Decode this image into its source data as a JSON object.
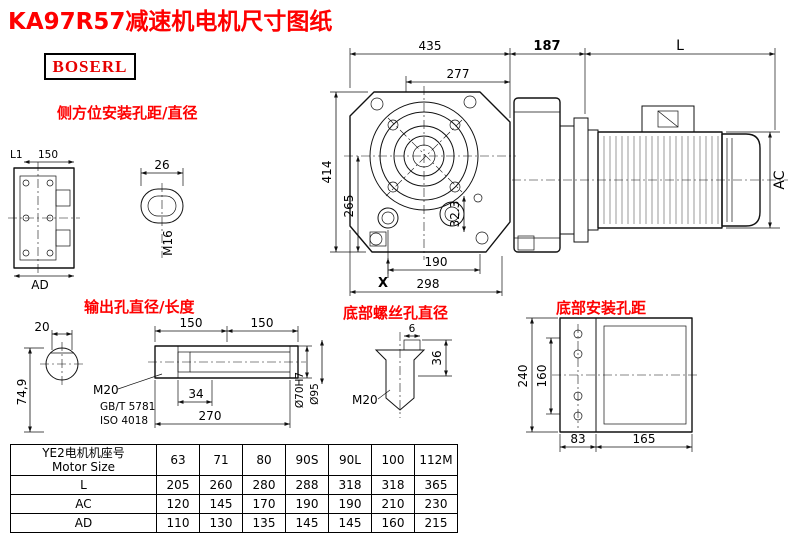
{
  "title": "KA97R57减速机电机尺寸图纸",
  "brand": {
    "logo": "BOSERL"
  },
  "colors": {
    "accent_red": "#FE0000",
    "line": "#111111"
  },
  "labels": {
    "side_mount": "侧方位安装孔距/直径",
    "output_hole": "输出孔直径/长度",
    "bottom_screw": "底部螺丝孔直径",
    "bottom_mount": "底部安装孔距"
  },
  "dims": {
    "top_overall": "435",
    "adapter_len": "187",
    "motor_len": "L",
    "upper_width": "277",
    "total_height": "414",
    "center_to_base": "265",
    "hole_offset": "32.3",
    "base_holes": "190",
    "base_width": "298",
    "x_mark": "X",
    "shaft_flat": "26",
    "thread_side": "M16",
    "motor_dia": "AC",
    "side_l1": "L1",
    "side_150": "150",
    "side_ad": "AD",
    "key_width": "20",
    "len_150a": "150",
    "len_150b": "150",
    "shaft_h": "74,9",
    "thread_out": "M20",
    "std_gbt": "GB/T 5781",
    "std_iso": "ISO 4018",
    "step_34": "34",
    "len_270": "270",
    "bore_dia": "Ø70H7",
    "hub_dia": "Ø95",
    "screw_step": "6",
    "screw_depth": "36",
    "screw_thread": "M20",
    "mount_240": "240",
    "mount_160": "160",
    "mount_83": "83",
    "mount_165": "165"
  },
  "table": {
    "header_cn": "YE2电机机座号",
    "header_en": "Motor Size",
    "sizes": [
      "63",
      "71",
      "80",
      "90S",
      "90L",
      "100",
      "112M"
    ],
    "rows": [
      {
        "label": "L",
        "values": [
          "205",
          "260",
          "280",
          "288",
          "318",
          "318",
          "365"
        ]
      },
      {
        "label": "AC",
        "values": [
          "120",
          "145",
          "170",
          "190",
          "190",
          "210",
          "230"
        ]
      },
      {
        "label": "AD",
        "values": [
          "110",
          "130",
          "135",
          "145",
          "145",
          "160",
          "215"
        ]
      }
    ]
  }
}
